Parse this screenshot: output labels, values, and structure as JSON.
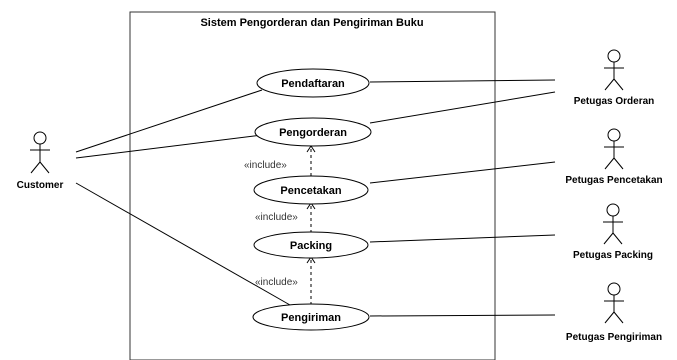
{
  "system": {
    "title": "Sistem Pengorderan dan Pengiriman Buku"
  },
  "use_cases": {
    "pendaftaran": "Pendaftaran",
    "pengorderan": "Pengorderan",
    "pencetakan": "Pencetakan",
    "packing": "Packing",
    "pengiriman": "Pengiriman"
  },
  "actors": {
    "customer": "Customer",
    "petugas_orderan": "Petugas Orderan",
    "petugas_pencetakan": "Petugas Pencetakan",
    "petugas_packing": "Petugas Packing",
    "petugas_pengiriman": "Petugas Pengiriman"
  },
  "relations": {
    "include": "«include»"
  }
}
